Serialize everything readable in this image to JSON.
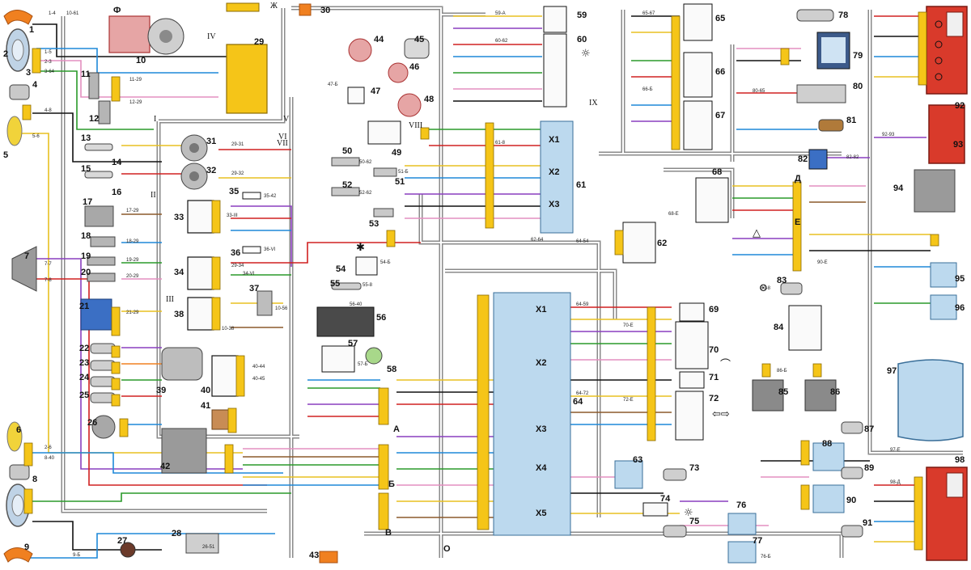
{
  "diagram": {
    "kind": "vehicle-wiring-diagram",
    "colors": {
      "connector": "#f5c518",
      "harness": "#7a7a7a",
      "lamp_red": "#d93a2b",
      "relay_blue": "#bcd9ee",
      "component_gray": "#9a9a9a",
      "wire_red": "#d02020",
      "wire_blue": "#1e88d8",
      "wire_green": "#2a9a2a",
      "wire_yellow": "#e8c020",
      "wire_black": "#111111",
      "wire_pink": "#e38fc0",
      "wire_brown": "#8b5a2b",
      "wire_violet": "#8a3fbf",
      "wire_orange": "#f08020",
      "wire_white": "#cfcfcf"
    },
    "component_numbers": [
      "1",
      "2",
      "3",
      "4",
      "5",
      "6",
      "7",
      "8",
      "9",
      "10",
      "11",
      "12",
      "13",
      "14",
      "15",
      "16",
      "17",
      "18",
      "19",
      "20",
      "21",
      "22",
      "23",
      "24",
      "25",
      "26",
      "27",
      "28",
      "29",
      "30",
      "31",
      "32",
      "33",
      "34",
      "35",
      "36",
      "37",
      "38",
      "39",
      "40",
      "41",
      "42",
      "43",
      "44",
      "45",
      "46",
      "47",
      "48",
      "49",
      "50",
      "51",
      "52",
      "53",
      "54",
      "55",
      "56",
      "57",
      "58",
      "59",
      "60",
      "61",
      "62",
      "63",
      "64",
      "65",
      "66",
      "67",
      "68",
      "69",
      "70",
      "71",
      "72",
      "73",
      "74",
      "75",
      "76",
      "77",
      "78",
      "79",
      "80",
      "81",
      "82",
      "83",
      "84",
      "85",
      "86",
      "87",
      "88",
      "89",
      "90",
      "91",
      "92",
      "93",
      "94",
      "95",
      "96",
      "97",
      "98"
    ],
    "harness_labels": [
      "I",
      "II",
      "III",
      "IV",
      "V",
      "VI",
      "VII",
      "VIII",
      "IX",
      "Ж"
    ],
    "connector_blocks": [
      "X1",
      "X2",
      "X3",
      "X4",
      "X5"
    ],
    "point_labels": [
      "А",
      "Б",
      "В",
      "Д",
      "Е",
      "О",
      "Ф"
    ],
    "wire_marks": [
      "1-4",
      "1-5",
      "2-3",
      "2-6",
      "3-64",
      "4-8",
      "5-6",
      "7-7",
      "7-8",
      "8-40",
      "9-Б",
      "10-61",
      "10-56",
      "10-38",
      "11-29",
      "12-29",
      "17-29",
      "18-29",
      "19-29",
      "20-29",
      "21-29",
      "26-51",
      "29-31",
      "29-32",
      "29-34",
      "33-III",
      "34-VI",
      "35-42",
      "36-VI",
      "40-44",
      "40-45",
      "47-Б",
      "50-62",
      "51-Б",
      "52-62",
      "54-Б",
      "55-8",
      "56-40",
      "57-Б",
      "59-А",
      "60-62",
      "61-8",
      "62-64",
      "64-54",
      "64-59",
      "64-72",
      "65-67",
      "66-Б",
      "68-Е",
      "70-Е",
      "72-Е",
      "76-Б",
      "80-65",
      "82-82",
      "83-8",
      "86-Б",
      "90-Е",
      "92-93",
      "97-Е",
      "98-Д"
    ]
  }
}
